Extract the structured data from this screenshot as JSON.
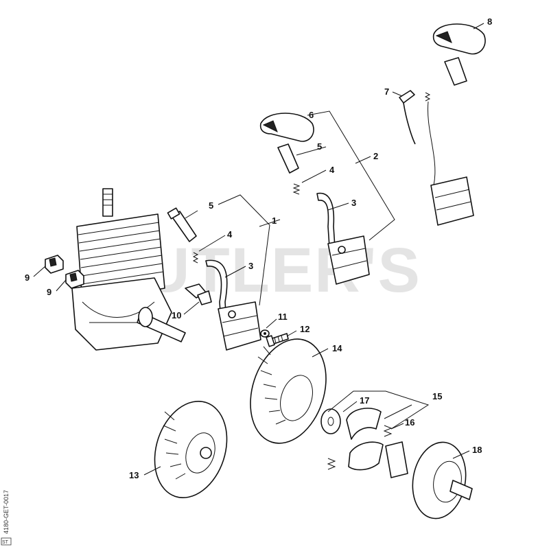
{
  "watermark": "UTLER'S",
  "side_code": "4180-GET-0017",
  "side_mark": "ST",
  "callouts": {
    "c1": "1",
    "c2": "2",
    "c3a": "3",
    "c3b": "3",
    "c4a": "4",
    "c4b": "4",
    "c5a": "5",
    "c5b": "5",
    "c6": "6",
    "c7": "7",
    "c8": "8",
    "c9a": "9",
    "c9b": "9",
    "c10": "10",
    "c11": "11",
    "c12": "12",
    "c13": "13",
    "c14": "14",
    "c15": "15",
    "c16": "16",
    "c17": "17",
    "c18": "18"
  }
}
